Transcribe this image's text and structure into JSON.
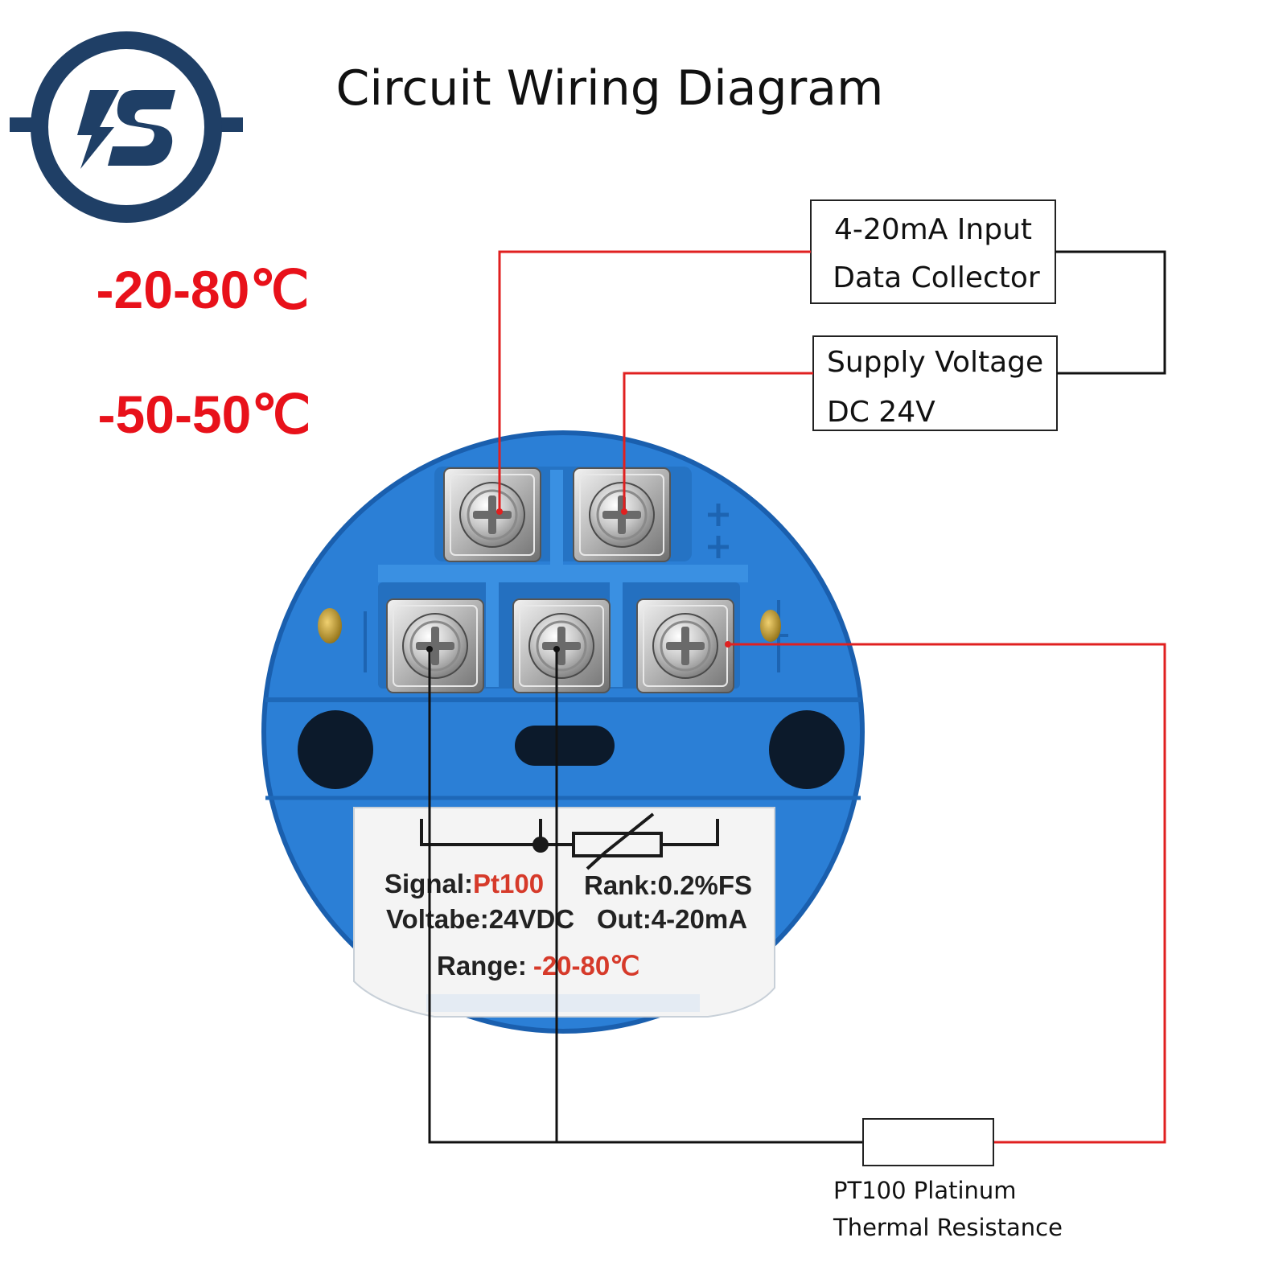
{
  "title": "Circuit Wiring Diagram",
  "ranges": [
    "-20-80℃",
    "-50-50℃"
  ],
  "boxes": {
    "input_line1": "4-20mA Input",
    "input_line2": "Data Collector",
    "supply_line1": "Supply Voltage",
    "supply_line2": "DC 24V"
  },
  "sensor": {
    "line1": "PT100 Platinum",
    "line2": "Thermal Resistance"
  },
  "device_label": {
    "signal_key": "Signal:",
    "signal_value": "Pt100",
    "rank": "Rank:0.2%FS",
    "voltage": "Voltabe:24VDC",
    "out": "Out:4-20mA",
    "range_key": "Range:",
    "range_value": "-20-80℃"
  },
  "colors": {
    "accent_red": "#e8111a",
    "wire_red": "#e02020",
    "wire_black": "#111111",
    "device_blue": "#2b7fd6",
    "logo_navy": "#1f3f66",
    "label_red": "#d63a2a"
  },
  "icons": {
    "logo": "lightning-s-logo-icon",
    "terminal": "screw-terminal-icon",
    "resistor": "variable-resistor-icon"
  }
}
